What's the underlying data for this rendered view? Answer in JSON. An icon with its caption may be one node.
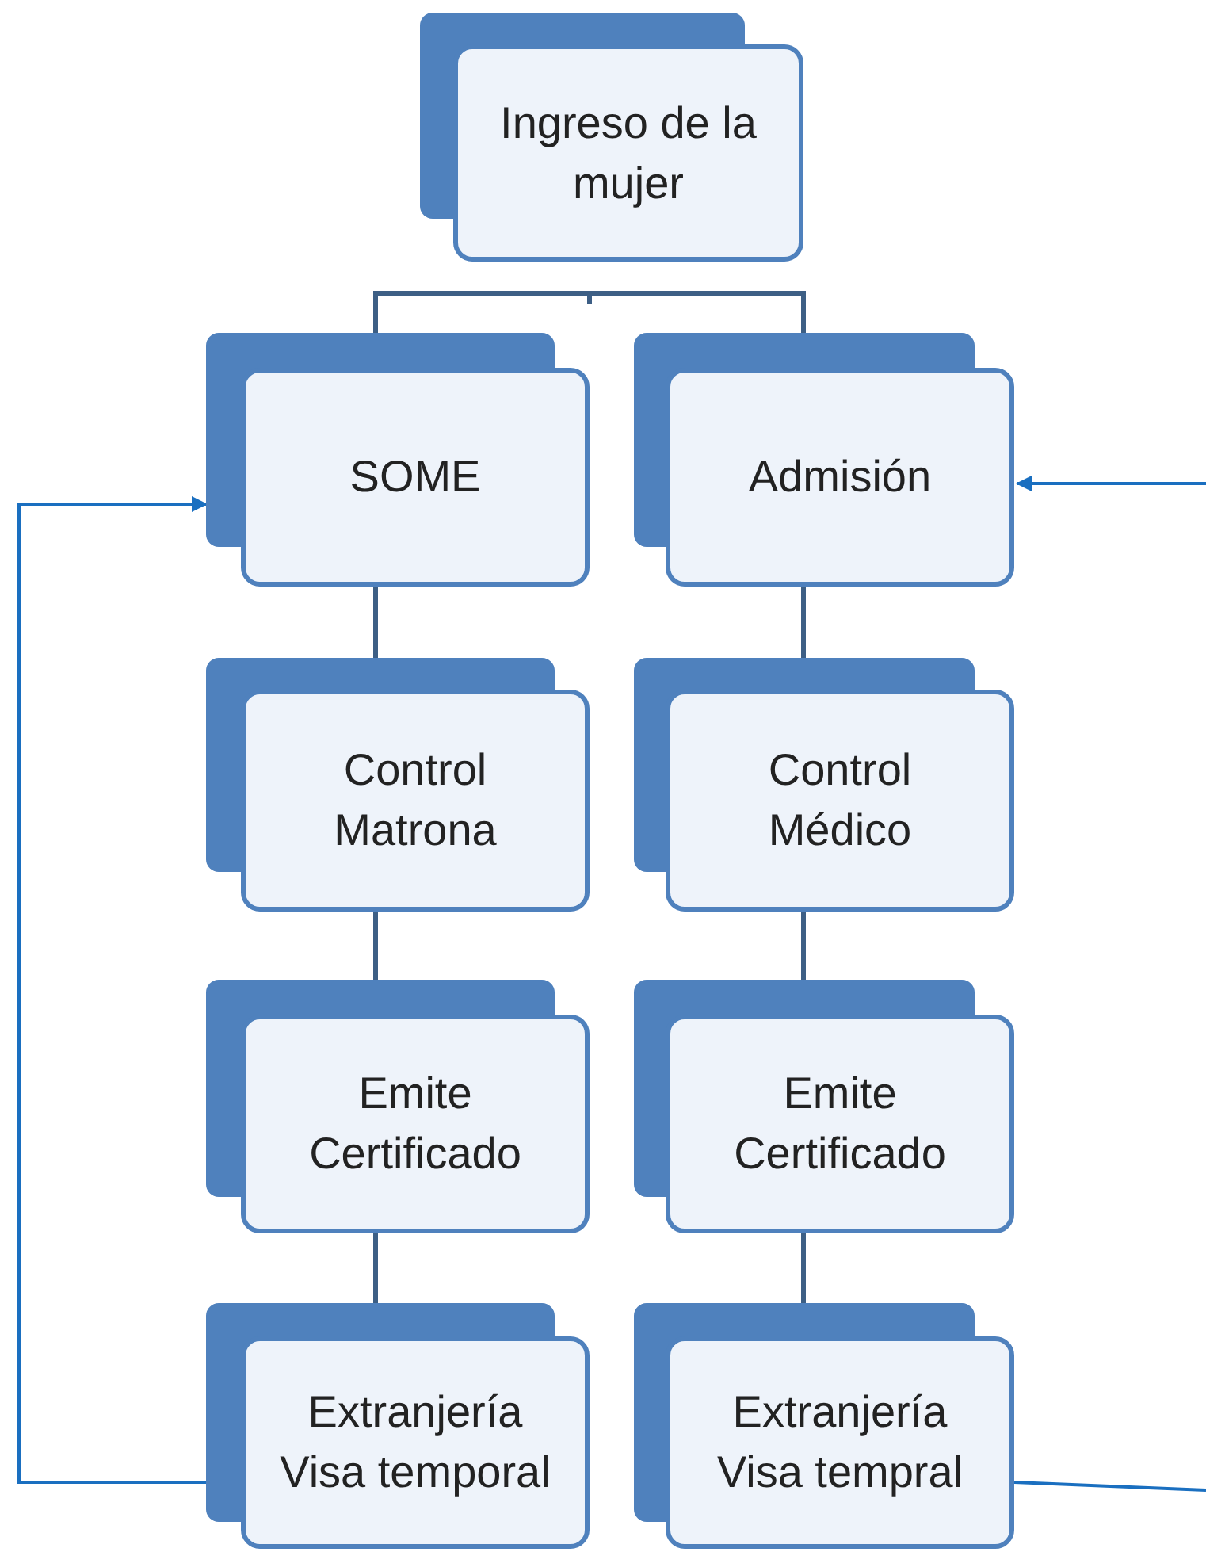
{
  "diagram": {
    "nodes": [
      {
        "text": [
          "Ingreso de la mujer"
        ]
      },
      {
        "text": [
          "SOME"
        ]
      },
      {
        "text": [
          "Admisión"
        ]
      },
      {
        "text": [
          "Control Matrona"
        ]
      },
      {
        "text": [
          "Control Médico"
        ]
      },
      {
        "text": [
          "Emite Certificado"
        ]
      },
      {
        "text": [
          "Emite Certificado"
        ]
      },
      {
        "text": [
          "Extranjería Visa temporal"
        ]
      },
      {
        "text": [
          "Extranjería Visa tempral"
        ]
      }
    ],
    "edges": [
      {
        "from": 0,
        "to": 1,
        "arrow": "none"
      },
      {
        "from": 0,
        "to": 2,
        "arrow": "none"
      },
      {
        "from": 1,
        "to": 3,
        "arrow": "none"
      },
      {
        "from": 3,
        "to": 5,
        "arrow": "none"
      },
      {
        "from": 5,
        "to": 7,
        "arrow": "none"
      },
      {
        "from": 2,
        "to": 4,
        "arrow": "none"
      },
      {
        "from": 4,
        "to": 6,
        "arrow": "none"
      },
      {
        "from": 6,
        "to": 8,
        "arrow": "none"
      },
      {
        "from": 7,
        "to": 1,
        "arrow": "to",
        "color": "#1a6fc0"
      },
      {
        "from": null,
        "to": 2,
        "arrow": "to",
        "color": "#1a6fc0"
      },
      {
        "from": 8,
        "to": null,
        "arrow": "none",
        "color": "#1a6fc0"
      }
    ]
  }
}
